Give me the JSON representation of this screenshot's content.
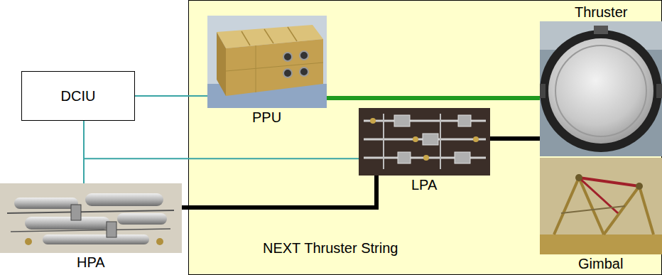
{
  "diagram": {
    "nodes": [
      {
        "text": [
          "DCIU"
        ]
      },
      {
        "text": [
          "HPA"
        ]
      },
      {
        "text": [
          "NEXT Thruster String"
        ]
      },
      {
        "text": [
          "PPU"
        ],
        "in": 2
      },
      {
        "text": [
          "LPA"
        ],
        "in": 2
      },
      {
        "text": [
          "Thruster"
        ],
        "in": 2
      },
      {
        "text": [
          "Gimbal"
        ],
        "in": 2
      }
    ],
    "edges": [
      {
        "from": 0,
        "to": 3,
        "arrow": "none"
      },
      {
        "from": 0,
        "to": 1,
        "arrow": "none"
      },
      {
        "from": 0,
        "to": 4,
        "arrow": "none"
      },
      {
        "from": 3,
        "to": 5,
        "arrow": "none"
      },
      {
        "from": 4,
        "to": 5,
        "arrow": "none"
      },
      {
        "from": 1,
        "to": 4,
        "arrow": "none"
      }
    ]
  }
}
